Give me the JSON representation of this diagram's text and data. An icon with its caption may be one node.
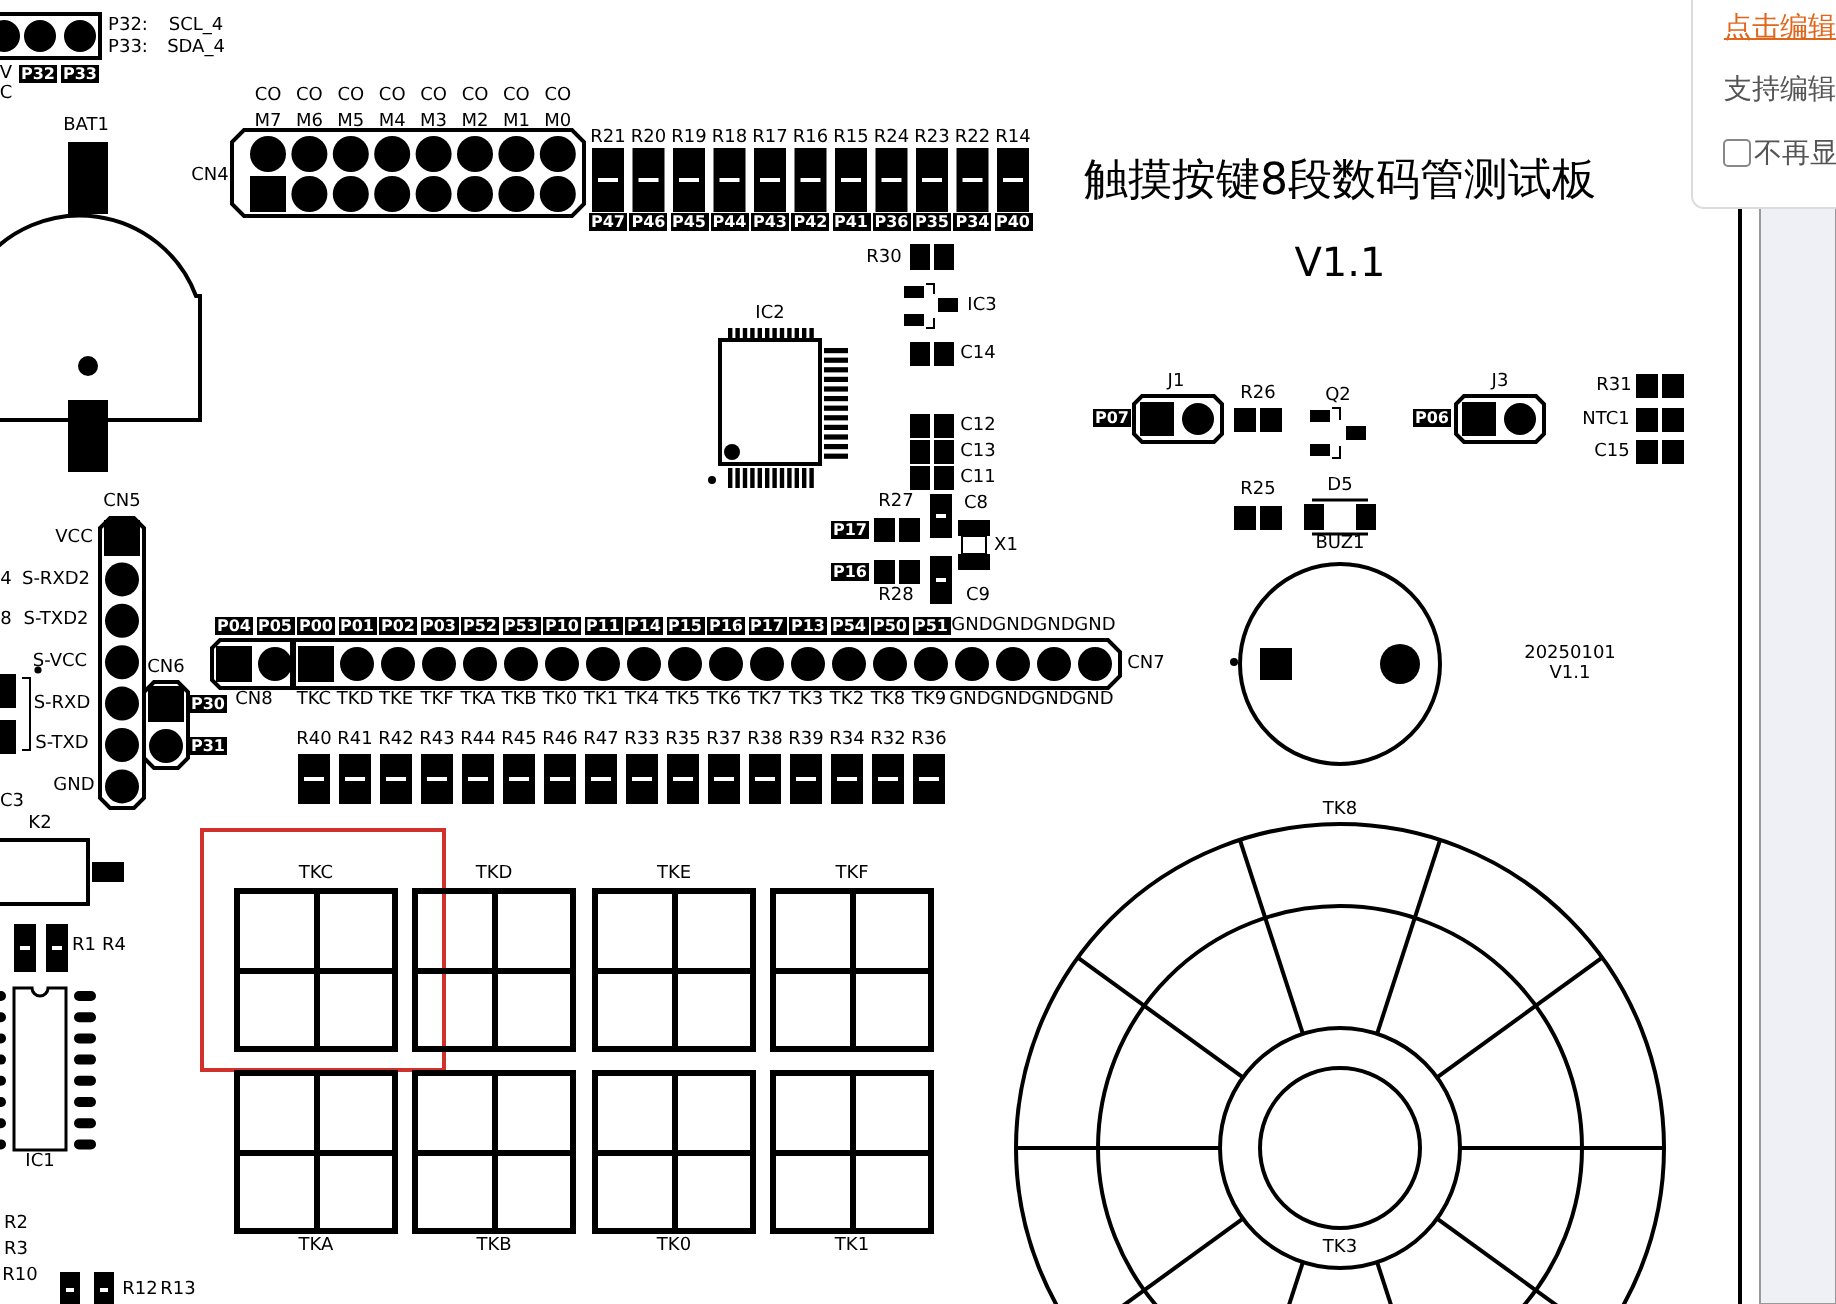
{
  "diagram": {
    "title": "触摸按键8段数码管测试板",
    "nodes": [
      {
        "text": [
          "TKC"
        ]
      },
      {
        "text": [
          "TKD"
        ]
      },
      {
        "text": [
          "TKE"
        ]
      },
      {
        "text": [
          "TKF"
        ]
      },
      {
        "text": [
          "TKA"
        ]
      },
      {
        "text": [
          "TKB"
        ]
      },
      {
        "text": [
          "TK0"
        ]
      },
      {
        "text": [
          "TK1"
        ]
      }
    ],
    "labels": [
      "P32:",
      "SCL_4",
      "P33:",
      "SDA_4",
      "V",
      "P32",
      "P33",
      "C",
      "CO M7",
      "CO M6",
      "CO M5",
      "CO M4",
      "CO M3",
      "CO M2",
      "CO M1",
      "CO M0",
      "BAT1",
      "R21",
      "R20",
      "R19",
      "R18",
      "R17",
      "R16",
      "R15",
      "R24",
      "R23",
      "R22",
      "R14",
      "CN4",
      "P47",
      "P46",
      "P45",
      "P44",
      "P43",
      "P42",
      "P41",
      "P36",
      "P35",
      "P34",
      "P40",
      "V1.1",
      "点击编辑",
      "支持编辑",
      "不再显",
      "R30",
      "IC3",
      "IC2",
      "C14",
      "C12",
      "C13",
      "C11",
      "J1",
      "R26",
      "Q2",
      "J3",
      "R31",
      "P07",
      "P06",
      "NTC1",
      "C15",
      "CN5",
      "R27",
      "C8",
      "R25",
      "D5",
      "VCC",
      "P17",
      "X1",
      "BUZ1",
      "4",
      "S-RXD2",
      "P16",
      "R28",
      "C9",
      "8",
      "S-TXD2",
      "P04",
      "P05",
      "P00",
      "P01",
      "P02",
      "P03",
      "P52",
      "P53",
      "P10",
      "P11",
      "P14",
      "P15",
      "P16",
      "P17",
      "P13",
      "P54",
      "P50",
      "P51",
      "GND",
      "GND",
      "GND",
      "GND",
      "S-VCC",
      "CN6",
      "CN7",
      "20250101",
      "V1.1",
      "S-RXD",
      "P30",
      "CN8",
      "TKC",
      "TKD",
      "TKE",
      "TKF",
      "TKA",
      "TKB",
      "TK0",
      "TK1",
      "TK4",
      "TK5",
      "TK6",
      "TK7",
      "TK3",
      "TK2",
      "TK8",
      "TK9",
      "GND",
      "GND",
      "GND",
      "GND",
      "S-TXD",
      "P31",
      "R40",
      "R41",
      "R42",
      "R43",
      "R44",
      "R45",
      "R46",
      "R47",
      "R33",
      "R35",
      "R37",
      "R38",
      "R39",
      "R34",
      "R32",
      "R36",
      "GND",
      "C3",
      "TK8",
      "K2",
      "R1",
      "R4",
      "IC1",
      "R2",
      "R3",
      "R10",
      "R12",
      "R13",
      "TK3"
    ]
  }
}
